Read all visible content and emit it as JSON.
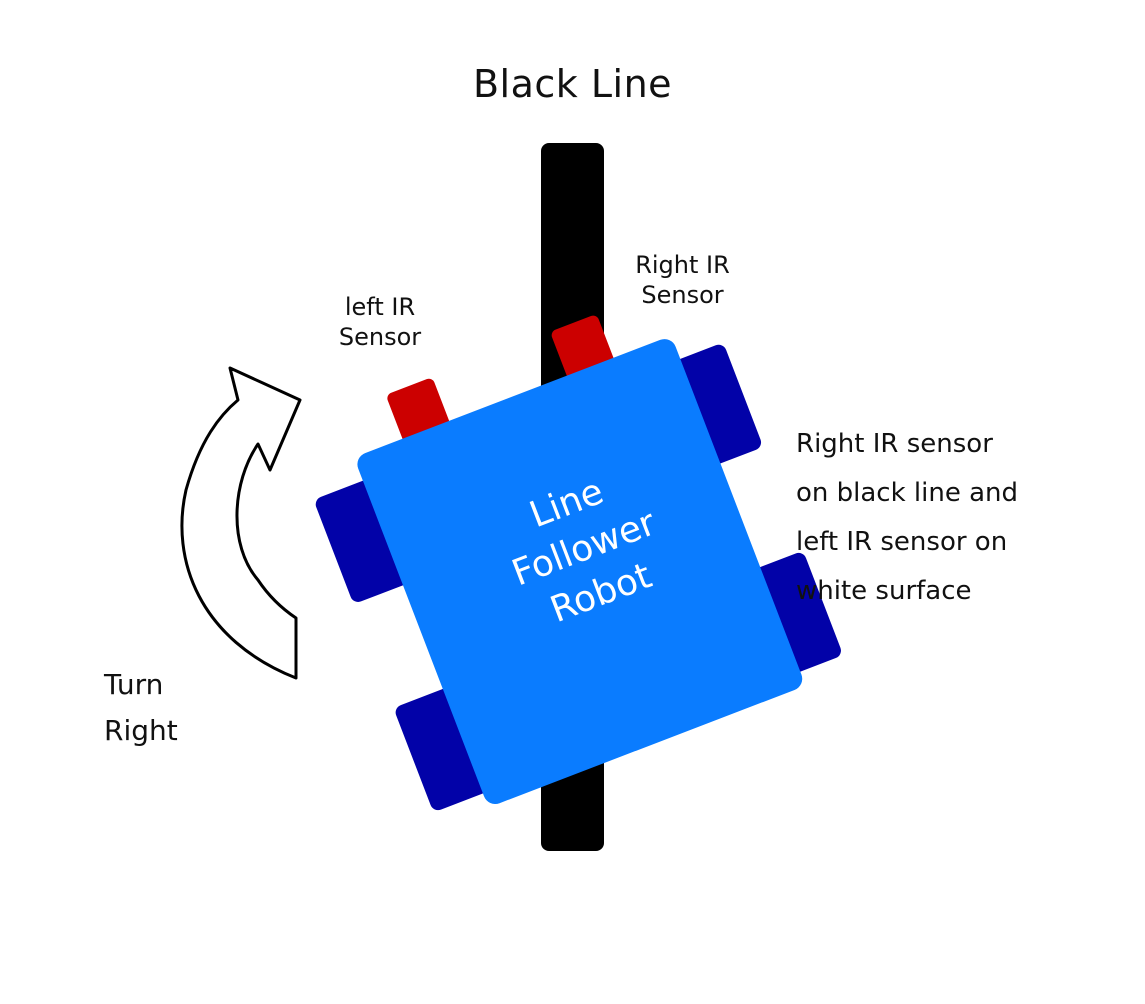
{
  "diagram": {
    "title": "Black Line",
    "robot_label": "Line Follower Robot",
    "right_sensor_label": "Right IR Sensor",
    "left_sensor_label": "left IR Sensor",
    "turn_label": "Turn Right",
    "status_lines": [
      "Right IR sensor",
      "on black line and",
      "left IR sensor on",
      "white surface"
    ]
  },
  "colors": {
    "line": "#000000",
    "robot_body": "#0a7cff",
    "wheel": "#0202a8",
    "sensor": "#cc0000",
    "arrow_fill": "#ffffff",
    "arrow_stroke": "#000000"
  }
}
